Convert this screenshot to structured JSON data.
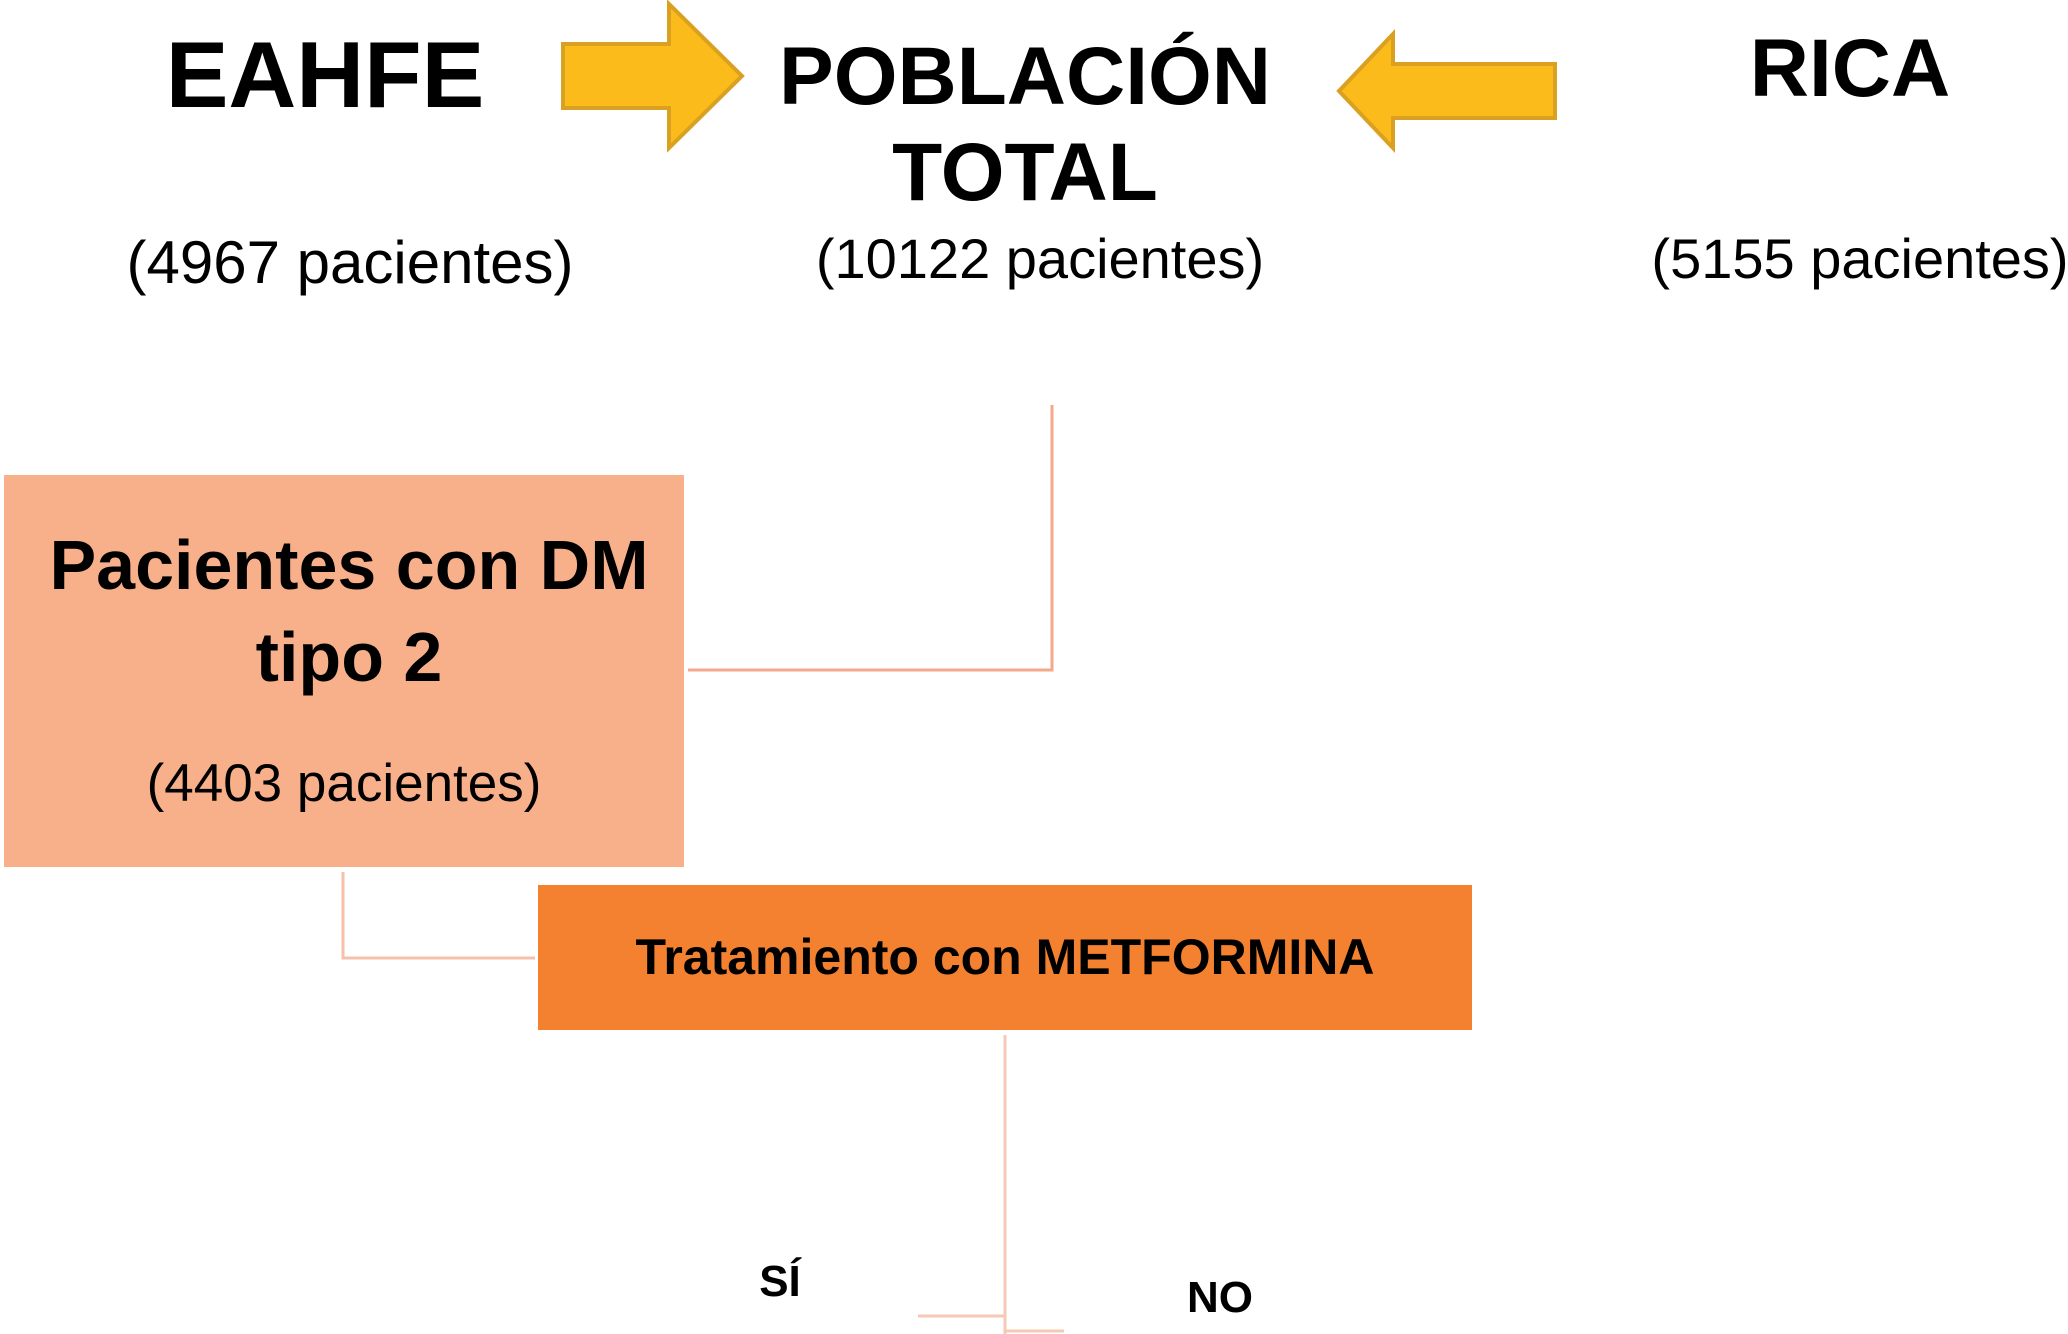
{
  "sources": {
    "left": {
      "name": "EAHFE",
      "count": "(4967 pacientes)"
    },
    "right": {
      "name": "RICA",
      "count": "(5155 pacientes)"
    }
  },
  "total": {
    "title_line1": "POBLACIÓN",
    "title_line2": "TOTAL",
    "count": "(10122 pacientes)"
  },
  "dm_box": {
    "title_line1": "Pacientes con DM",
    "title_line2": "tipo 2",
    "count": "(4403 pacientes)"
  },
  "treatment_box": {
    "label": "Tratamiento con METFORMINA"
  },
  "branches": {
    "yes": "SÍ",
    "no": "NO"
  },
  "colors": {
    "arrow_fill": "#fbbb1b",
    "arrow_stroke": "#d9a021",
    "dm_box": "#f8b08b",
    "treatment_box": "#f4812f",
    "connector": "#f2a98c",
    "connector_light": "#f6c8b6"
  }
}
